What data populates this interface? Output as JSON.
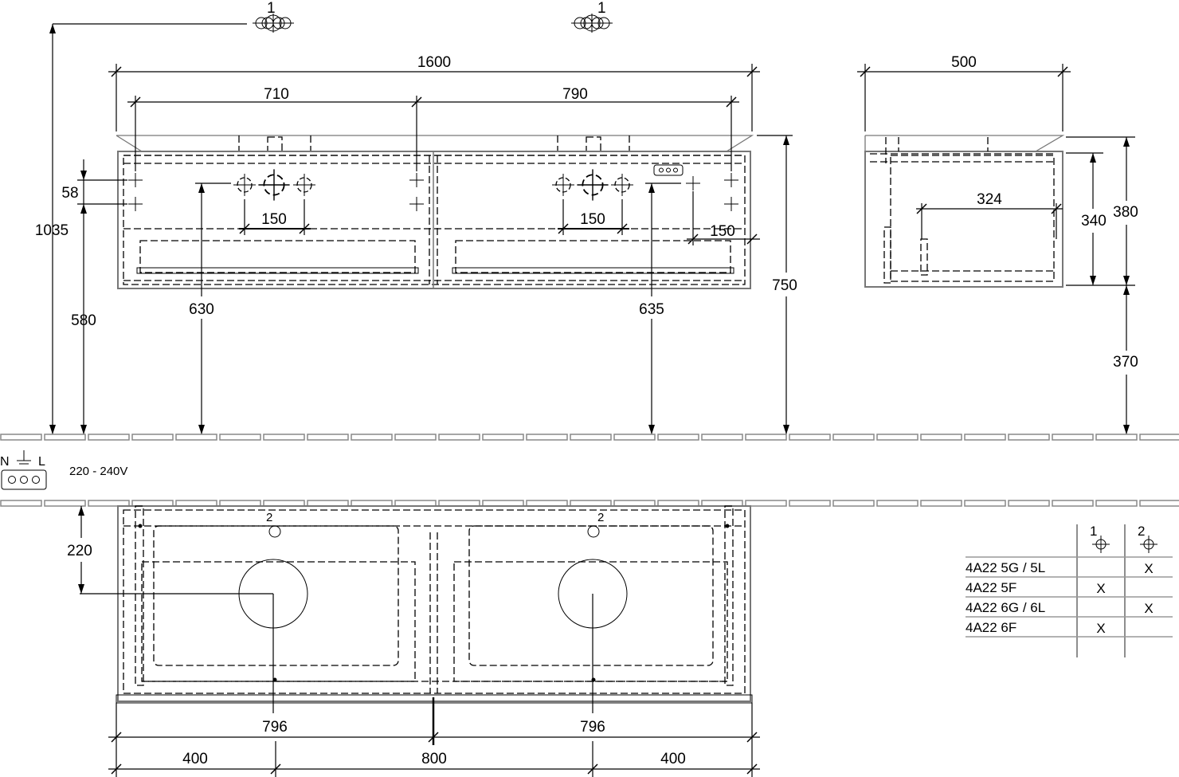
{
  "labels": {
    "supply_1a": "1",
    "supply_1b": "1",
    "drain_2a": "2",
    "drain_2b": "2",
    "overall_width": "1600",
    "left_center": "710",
    "right_center": "790",
    "side_depth": "500",
    "total_height": "1035",
    "hole_spacing": "58",
    "mount_height": "580",
    "left_supply_height": "630",
    "right_supply_height": "635",
    "top_height": "750",
    "left_tap_spacing": "150",
    "right_tap_spacing": "150",
    "socket_offset": "150",
    "side_inner": "324",
    "side_340": "340",
    "side_380": "380",
    "side_370": "370",
    "voltage": "220 - 240V",
    "neutral": "N",
    "live": "L",
    "drain_depth": "220",
    "basin_left": "796",
    "basin_right": "796",
    "bottom_left": "400",
    "bottom_mid": "800",
    "bottom_right": "400"
  },
  "table": {
    "headers": [
      "1",
      "2"
    ],
    "rows": [
      {
        "model": "4A22 5G / 5L",
        "col1": "",
        "col2": "X"
      },
      {
        "model": "4A22 5F",
        "col1": "X",
        "col2": ""
      },
      {
        "model": "4A22 6G / 6L",
        "col1": "",
        "col2": "X"
      },
      {
        "model": "4A22 6F",
        "col1": "X",
        "col2": ""
      }
    ]
  },
  "icons": [
    "faucet-hole-icon",
    "supply-connection-icon",
    "ground-symbol-icon",
    "socket-icon"
  ],
  "colors": {
    "line": "#000000",
    "outline": "#777777"
  }
}
